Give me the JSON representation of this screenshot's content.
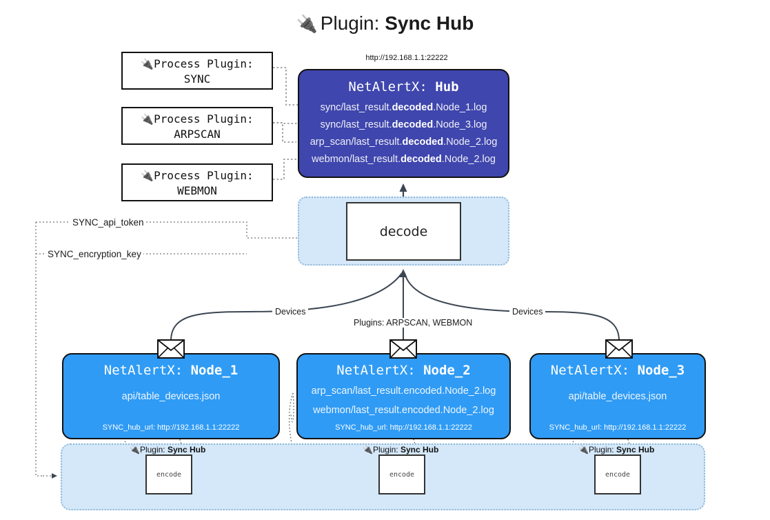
{
  "title": {
    "icon": "plug-icon",
    "glyph": "🔌",
    "prefix": "Plugin: ",
    "name": "Sync Hub"
  },
  "hub": {
    "url": "http://192.168.1.1:22222",
    "label_prefix": "NetAlertX: ",
    "label_name": "Hub",
    "logs": [
      {
        "pre": "sync/last_result.",
        "mid": "decoded",
        "post": ".Node_1.log"
      },
      {
        "pre": "sync/last_result.",
        "mid": "decoded",
        "post": ".Node_3.log"
      },
      {
        "pre": "arp_scan/last_result.",
        "mid": "decoded",
        "post": ".Node_2.log"
      },
      {
        "pre": "webmon/last_result.",
        "mid": "decoded",
        "post": ".Node_2.log"
      }
    ]
  },
  "process_plugins": [
    {
      "line1": "Process Plugin:",
      "line2": "SYNC"
    },
    {
      "line1": "Process Plugin:",
      "line2": "ARPSCAN"
    },
    {
      "line1": "Process Plugin:",
      "line2": "WEBMON"
    }
  ],
  "decode": {
    "label": "decode"
  },
  "tokens": [
    {
      "label": "SYNC_api_token"
    },
    {
      "label": "SYNC_encryption_key"
    }
  ],
  "edge_labels": {
    "devices_left": "Devices",
    "devices_right": "Devices",
    "plugins_center": "Plugins: ARPSCAN, WEBMON"
  },
  "nodes": [
    {
      "title_prefix": "NetAlertX: ",
      "title_name": "Node_1",
      "lines": [
        "api/table_devices.json"
      ],
      "footer": "SYNC_hub_url: http://192.168.1.1:22222"
    },
    {
      "title_prefix": "NetAlertX: ",
      "title_name": "Node_2",
      "lines": [
        "arp_scan/last_result.encoded.Node_2.log",
        "webmon/last_result.encoded.Node_2.log"
      ],
      "footer": "SYNC_hub_url: http://192.168.1.1:22222"
    },
    {
      "title_prefix": "NetAlertX: ",
      "title_name": "Node_3",
      "lines": [
        "api/table_devices.json"
      ],
      "footer": "SYNC_hub_url: http://192.168.1.1:22222"
    }
  ],
  "encoders": [
    {
      "caption_prefix": "Plugin: ",
      "caption_name": "Sync Hub",
      "label": "encode"
    },
    {
      "caption_prefix": "Plugin: ",
      "caption_name": "Sync Hub",
      "label": "encode"
    },
    {
      "caption_prefix": "Plugin: ",
      "caption_name": "Sync Hub",
      "label": "encode"
    }
  ],
  "colors": {
    "hub_fill": "#3f46ad",
    "node_fill": "#2f9bf5",
    "container_fill": "#d4e8fa",
    "container_border": "#8fb8d6",
    "stroke": "#333333"
  }
}
